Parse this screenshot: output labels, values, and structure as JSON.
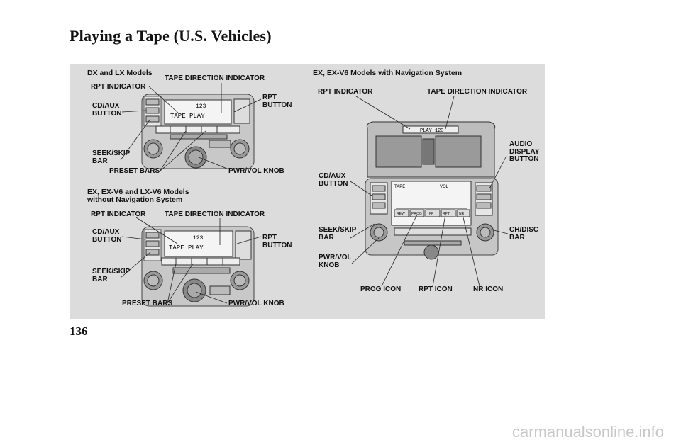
{
  "header": {
    "title": "Playing a Tape (U.S. Vehicles)"
  },
  "page_number": "136",
  "footer": {
    "watermark": "carmanualsonline.info"
  },
  "diagram_top_left": {
    "heading": "DX and LX Models",
    "labels": {
      "tape_direction": "TAPE DIRECTION INDICATOR",
      "rpt_indicator": "RPT INDICATOR",
      "rpt_button": "RPT\nBUTTON",
      "cd_aux": "CD/AUX\nBUTTON",
      "seek_skip": "SEEK/SKIP\nBAR",
      "preset_bars": "PRESET BARS",
      "pwr_vol": "PWR/VOL KNOB"
    },
    "display": {
      "line1": "123",
      "line2": "TAPE  PLAY"
    }
  },
  "diagram_bottom_left": {
    "heading": "EX, EX-V6 and LX-V6 Models\nwithout Navigation System",
    "labels": {
      "rpt_indicator": "RPT INDICATOR",
      "tape_direction": "TAPE DIRECTION INDICATOR",
      "cd_aux": "CD/AUX\nBUTTON",
      "rpt_button": "RPT\nBUTTON",
      "seek_skip": "SEEK/SKIP\nBAR",
      "preset_bars": "PRESET BARS",
      "pwr_vol": "PWR/VOL KNOB"
    },
    "display": {
      "line1": "123",
      "line2": "TAPE  PLAY"
    }
  },
  "diagram_right": {
    "heading": "EX, EX-V6 Models with Navigation System",
    "labels": {
      "rpt_indicator": "RPT INDICATOR",
      "tape_direction": "TAPE DIRECTION INDICATOR",
      "audio_display": "AUDIO\nDISPLAY\nBUTTON",
      "cd_aux": "CD/AUX\nBUTTON",
      "seek_skip": "SEEK/SKIP\nBAR",
      "ch_disc": "CH/DISC\nBAR",
      "pwr_vol": "PWR/VOL\nKNOB",
      "prog_icon": "PROG ICON",
      "rpt_icon": "RPT ICON",
      "nr_icon": "NR ICON"
    },
    "screen": {
      "tape": "TAPE",
      "vol": "VOL",
      "buttons": [
        "REW",
        "PROG",
        "FF",
        "RPT",
        "NR"
      ],
      "display": "PLAY 123"
    }
  }
}
